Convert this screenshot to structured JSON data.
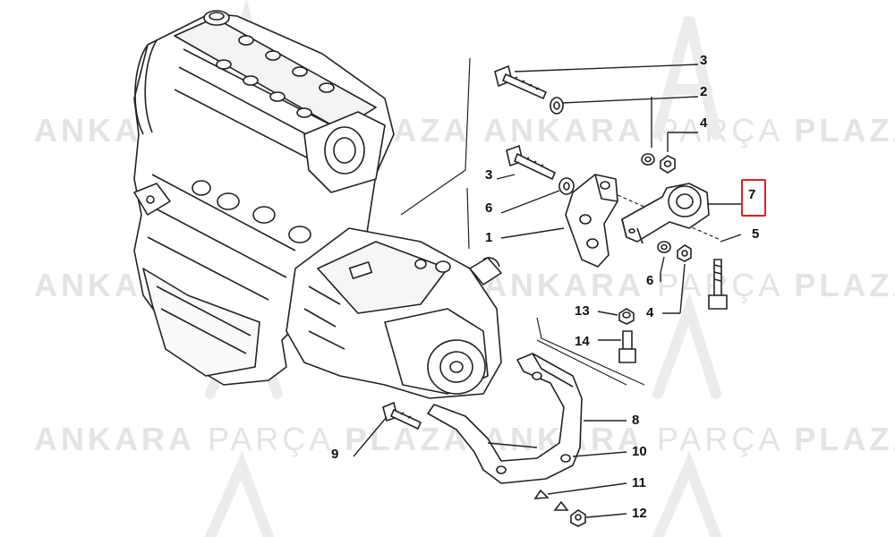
{
  "watermark": {
    "word1": "ANKARA",
    "word2": "PARÇA",
    "word3": "PLAZA"
  },
  "callouts": {
    "c1": "1",
    "c2": "2",
    "c3a": "3",
    "c3b": "3",
    "c4a": "4",
    "c4b": "4",
    "c5": "5",
    "c6a": "6",
    "c6b": "6",
    "c7": "7",
    "c8": "8",
    "c9": "9",
    "c10": "10",
    "c11": "11",
    "c12": "12",
    "c13": "13",
    "c14": "14"
  },
  "colors": {
    "highlight": "#dd2222",
    "watermark": "#e4e4e4",
    "line": "#222222"
  }
}
